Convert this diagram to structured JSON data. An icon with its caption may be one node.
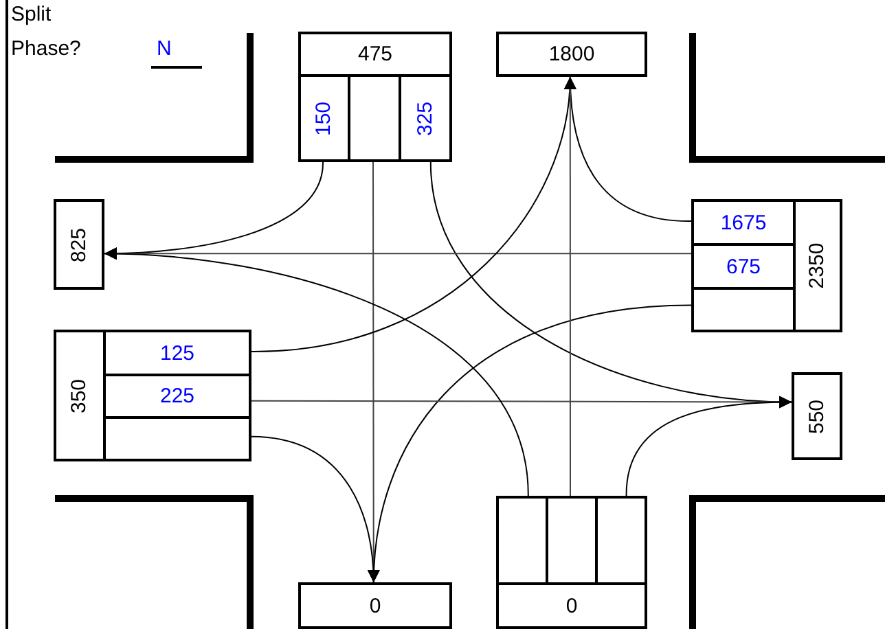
{
  "diagram": {
    "nodes": [
      {
        "text": [
          "475"
        ]
      },
      {
        "text": [
          "150"
        ]
      },
      {
        "text": [],
        "shape": "box"
      },
      {
        "text": [
          "325"
        ]
      },
      {
        "text": [
          "1800"
        ]
      },
      {
        "text": [
          "825"
        ]
      },
      {
        "text": [
          "1675"
        ]
      },
      {
        "text": [
          "675"
        ]
      },
      {
        "text": [
          "2350"
        ]
      },
      {
        "text": [],
        "shape": "box"
      },
      {
        "text": [
          "350"
        ]
      },
      {
        "text": [
          "125"
        ]
      },
      {
        "text": [
          "225"
        ]
      },
      {
        "text": [],
        "shape": "box"
      },
      {
        "text": [
          "550"
        ]
      },
      {
        "text": [],
        "shape": "box"
      },
      {
        "text": [],
        "shape": "box"
      },
      {
        "text": [],
        "shape": "box"
      },
      {
        "text": [
          "0"
        ]
      },
      {
        "text": [
          "0"
        ]
      }
    ],
    "edges": [
      {
        "from": 1,
        "to": 5,
        "arrow": "to"
      },
      {
        "from": 2,
        "to": 19,
        "arrow": "to"
      },
      {
        "from": 3,
        "to": 14,
        "arrow": "to"
      },
      {
        "from": 6,
        "to": 4,
        "arrow": "to"
      },
      {
        "from": 7,
        "to": 5,
        "arrow": "to"
      },
      {
        "from": 9,
        "to": 19,
        "arrow": "to"
      },
      {
        "from": 11,
        "to": 4,
        "arrow": "to"
      },
      {
        "from": 12,
        "to": 14,
        "arrow": "to"
      },
      {
        "from": 13,
        "to": 19,
        "arrow": "to"
      },
      {
        "from": 15,
        "to": 5,
        "arrow": "to"
      },
      {
        "from": 16,
        "to": 4,
        "arrow": "to"
      },
      {
        "from": 17,
        "to": 14,
        "arrow": "to"
      }
    ],
    "labels": [
      "Split",
      "Phase?",
      "N"
    ]
  }
}
